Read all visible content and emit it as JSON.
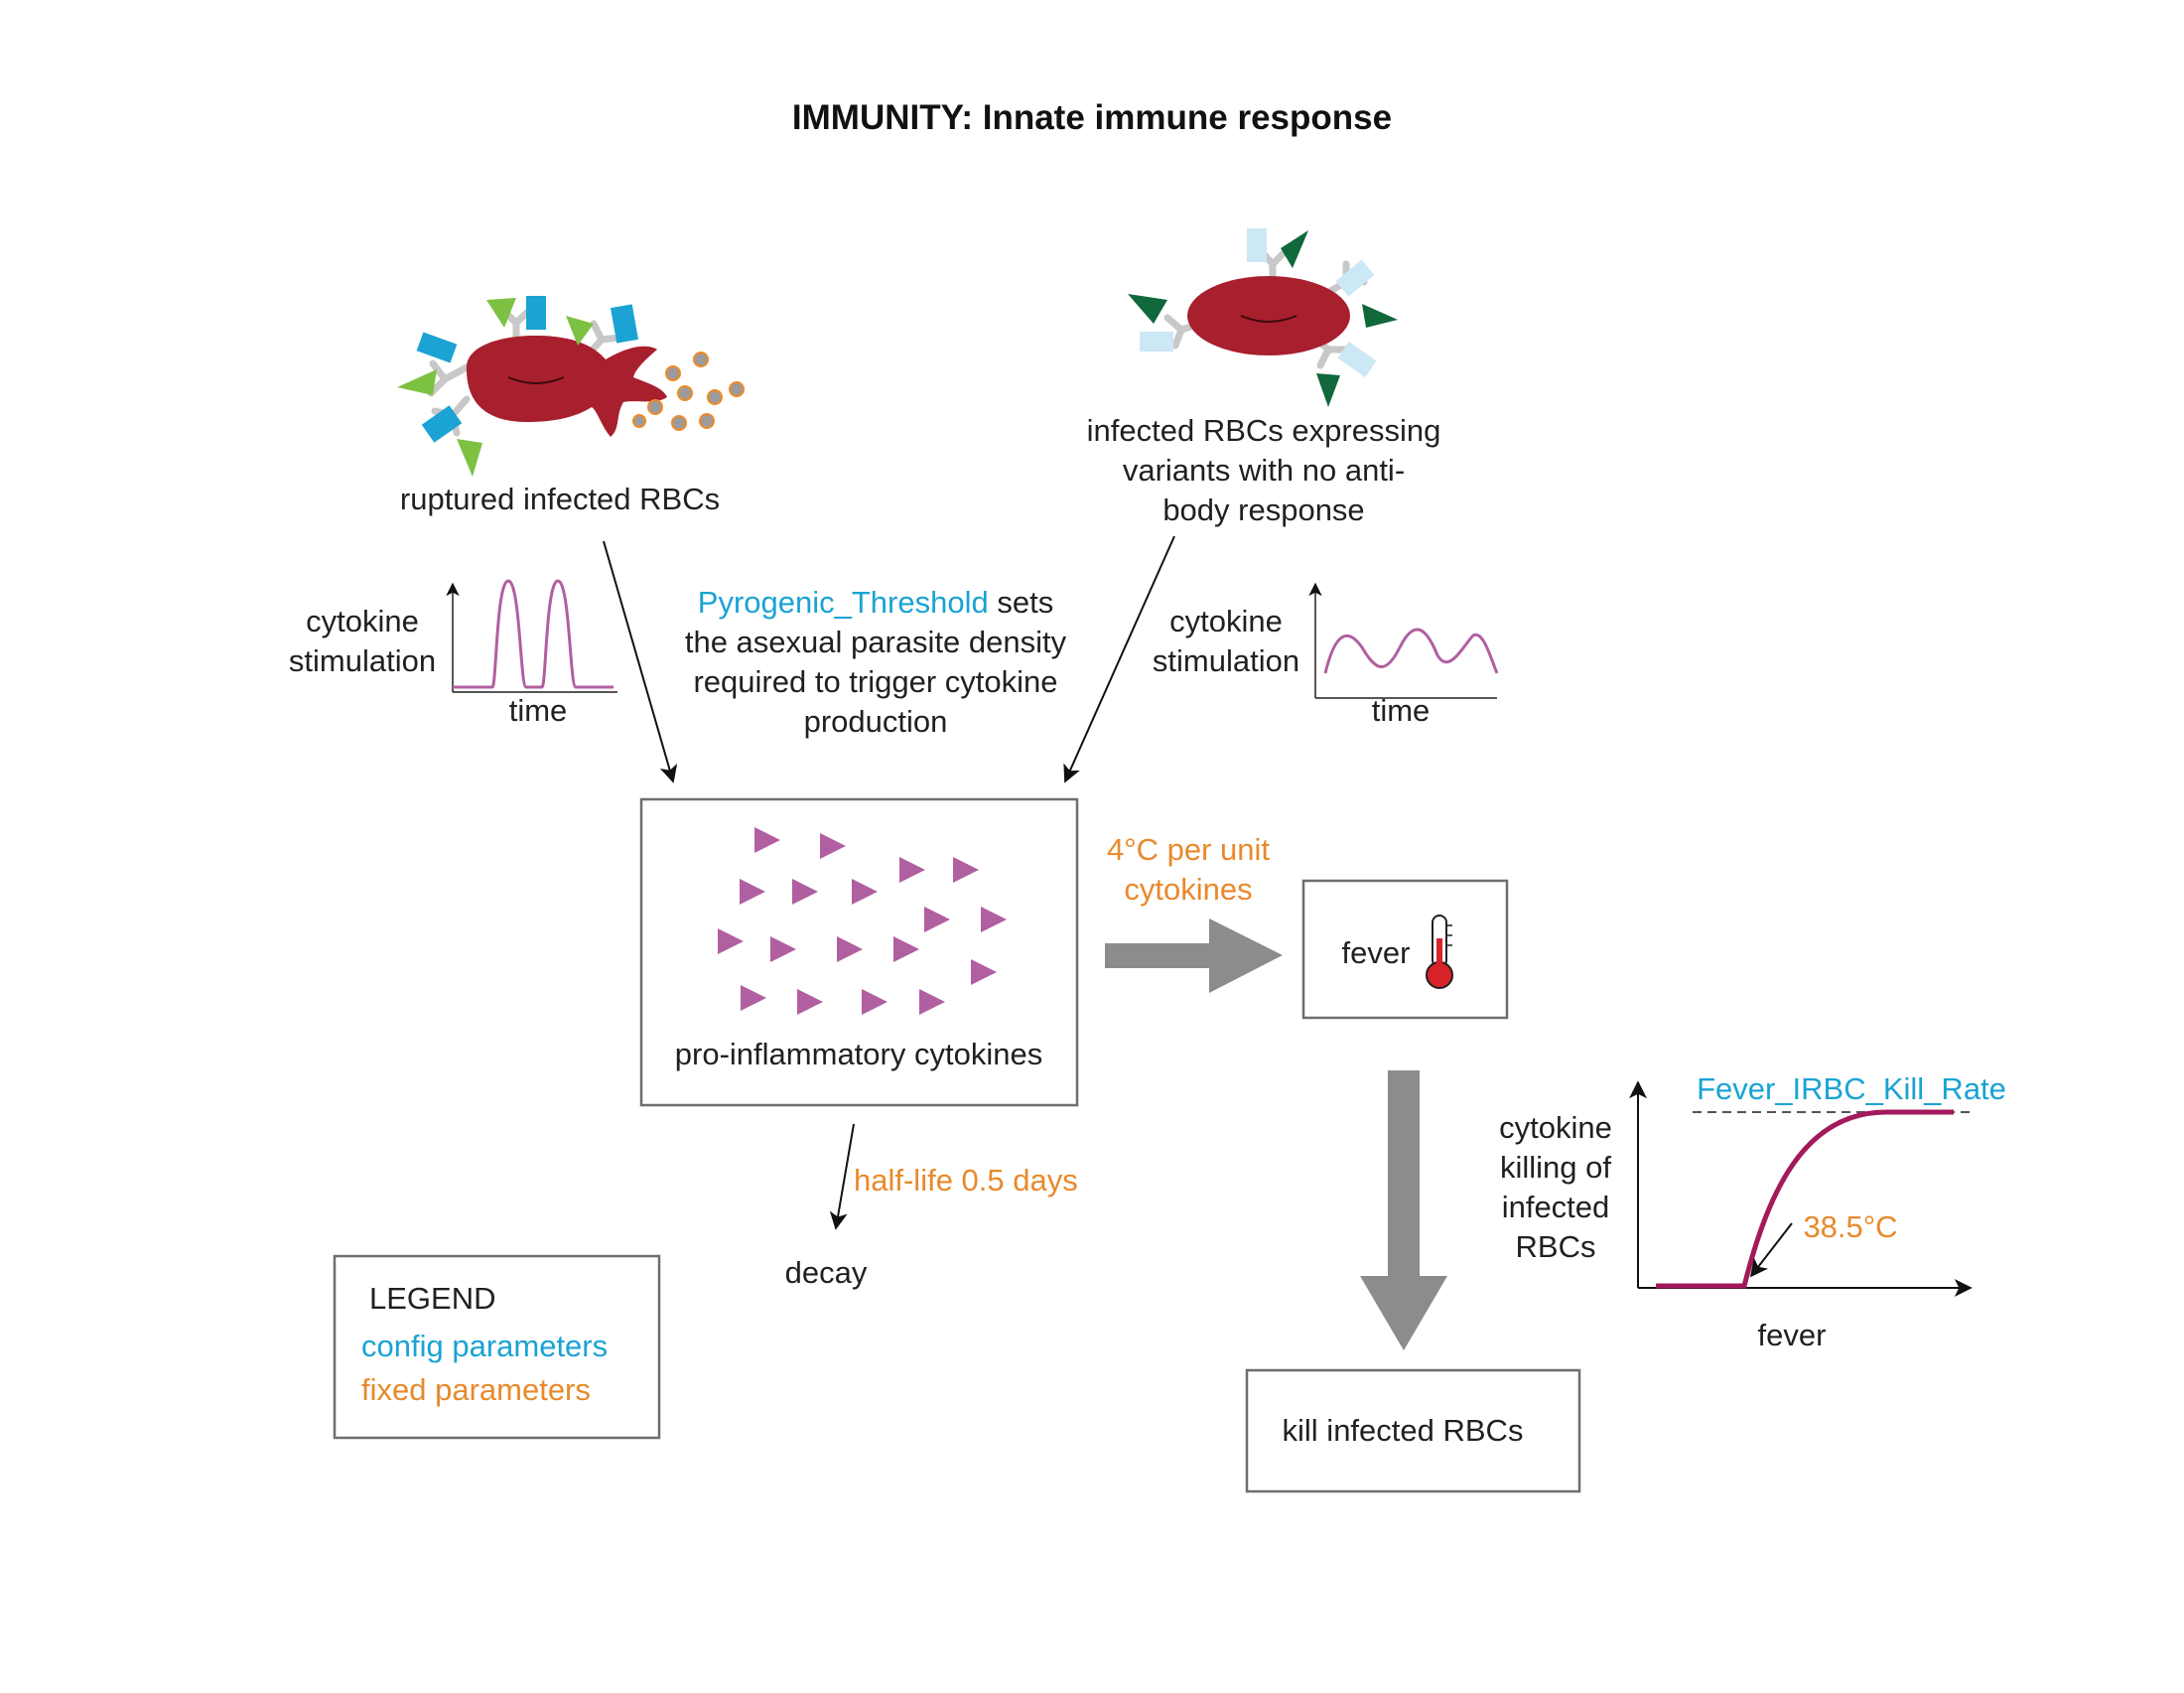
{
  "title": "IMMUNITY: Innate immune response",
  "colors": {
    "rbc": "#a8202e",
    "config_param": "#1aa3d4",
    "fixed_param": "#e8892b",
    "cytokine": "#b05fa0",
    "kill_curve": "#a3195b",
    "arrow_gray": "#8c8c8c",
    "antigen_green": "#7dc143",
    "antigen_blue": "#1aa3d4",
    "variant_dark_green": "#10683b",
    "variant_light_blue": "#cce8f4"
  },
  "ruptured": {
    "label": "ruptured infected RBCs"
  },
  "variants": {
    "line1": "infected RBCs expressing",
    "line2": "variants with no anti-",
    "line3": "body response"
  },
  "stim_left": {
    "line1": "cytokine",
    "line2": "stimulation",
    "xlabel": "time"
  },
  "stim_right": {
    "line1": "cytokine",
    "line2": "stimulation",
    "xlabel": "time"
  },
  "pyrogenic": {
    "param": "Pyrogenic_Threshold",
    "suffix": " sets",
    "line2": "the asexual parasite density",
    "line3": "required to trigger cytokine",
    "line4": "production"
  },
  "cytokines_box": {
    "label": "pro-inflammatory cytokines"
  },
  "per_unit": {
    "line1": "4°C per unit",
    "line2": "cytokines"
  },
  "fever_box": {
    "label": "fever",
    "icon": "thermometer-icon"
  },
  "decay": {
    "halflife": "half-life 0.5 days",
    "label": "decay"
  },
  "kill_box": {
    "label": "kill infected RBCs"
  },
  "kill_chart": {
    "param": "Fever_IRBC_Kill_Rate",
    "ylabel_line1": "cytokine",
    "ylabel_line2": "killing of",
    "ylabel_line3": "infected",
    "ylabel_line4": "RBCs",
    "xlabel": "fever",
    "threshold": "38.5°C"
  },
  "legend": {
    "title": "LEGEND",
    "config": "config parameters",
    "fixed": "fixed parameters"
  }
}
